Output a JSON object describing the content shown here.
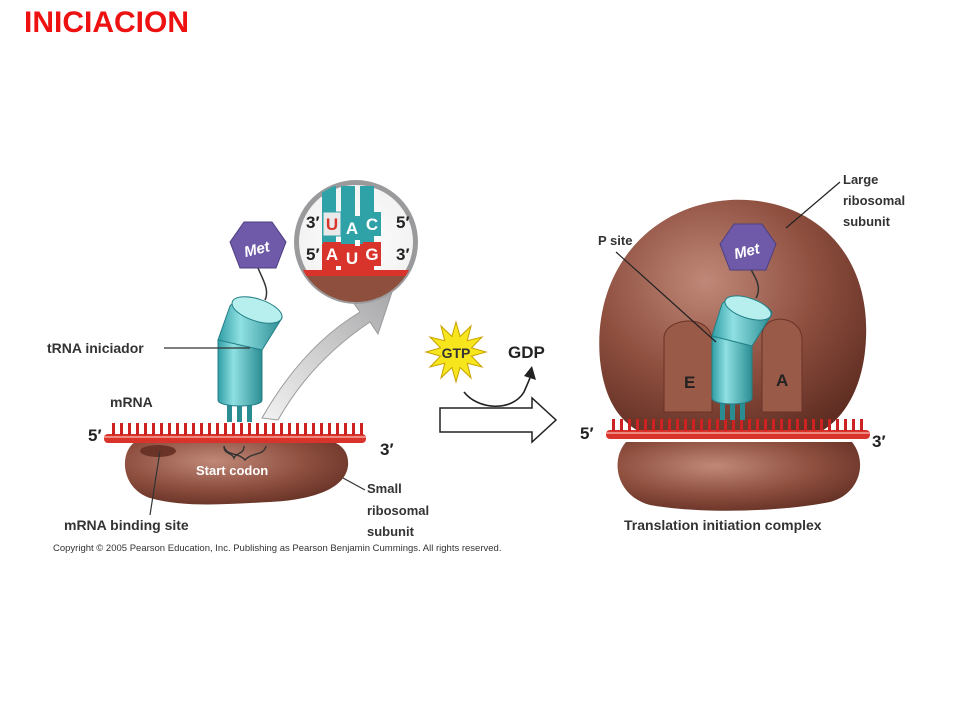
{
  "title": "INICIACION",
  "colors": {
    "title": "#ee1111",
    "ribosome": "#8a4a3a",
    "trna": "#4fb7bd",
    "mrna": "#cc2222",
    "met": "#6e5aa8",
    "gtp_star": "#f7e51e",
    "arrow_gray": "#b9b9bb"
  },
  "left": {
    "met": "Met",
    "trna_label": "tRNA iniciador",
    "mrna_label": "mRNA",
    "five_prime": "5′",
    "three_prime": "3′",
    "start_codon": "Start codon",
    "small_subunit": [
      "Small",
      "ribosomal",
      "subunit"
    ],
    "binding_site": "mRNA binding site",
    "zoom": {
      "top_left": "3′",
      "top_right": "5′",
      "bottom_left": "5′",
      "bottom_right": "3′",
      "anticodon": [
        "U",
        "A",
        "C"
      ],
      "codon": [
        "A",
        "U",
        "G"
      ]
    }
  },
  "middle": {
    "gtp": "GTP",
    "gdp": "GDP"
  },
  "right": {
    "met": "Met",
    "large_subunit": [
      "Large",
      "ribosomal",
      "subunit"
    ],
    "p_site": "P site",
    "e_site": "E",
    "a_site": "A",
    "five_prime": "5′",
    "three_prime": "3′",
    "caption": "Translation initiation complex"
  },
  "copyright": "Copyright © 2005 Pearson Education, Inc. Publishing as Pearson Benjamin Cummings. All rights reserved."
}
